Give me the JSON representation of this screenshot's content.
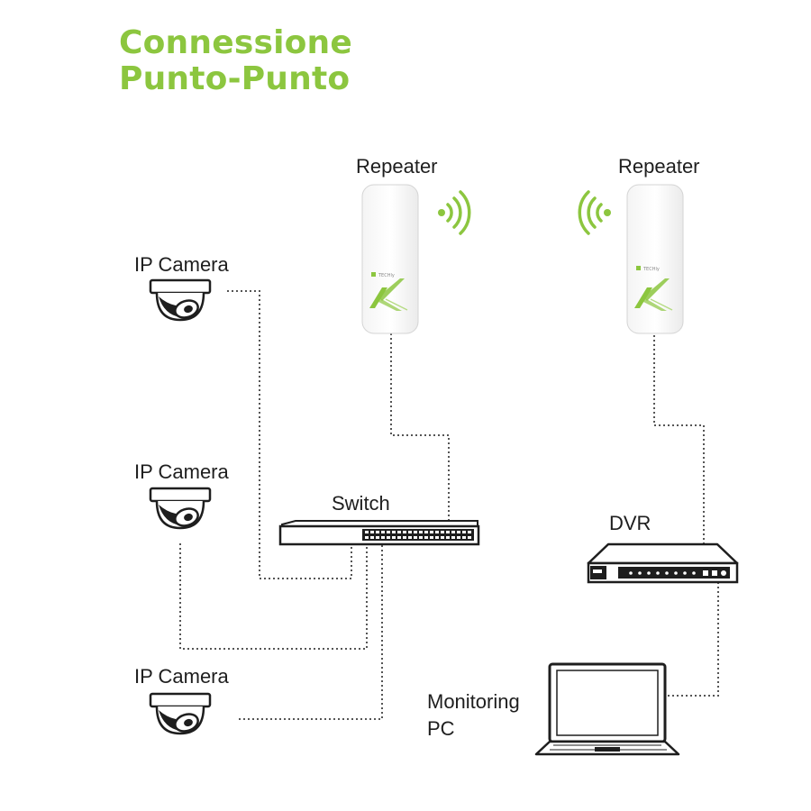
{
  "title": {
    "line1": "Connessione",
    "line2": "Punto-Punto"
  },
  "labels": {
    "repeater_left": "Repeater",
    "repeater_right": "Repeater",
    "camera_1": "IP Camera",
    "camera_2": "IP Camera",
    "camera_3": "IP Camera",
    "switch": "Switch",
    "dvr": "DVR",
    "pc_line1": "Monitoring",
    "pc_line2": "PC"
  },
  "repeater_brand": "TECHly",
  "colors": {
    "accent": "#8cc63f",
    "text": "#1e1e1e",
    "line": "#555555"
  },
  "icons": [
    "wifi-signal-icon",
    "ip-camera-icon",
    "network-switch-icon",
    "dvr-icon",
    "laptop-icon",
    "repeater-icon"
  ]
}
